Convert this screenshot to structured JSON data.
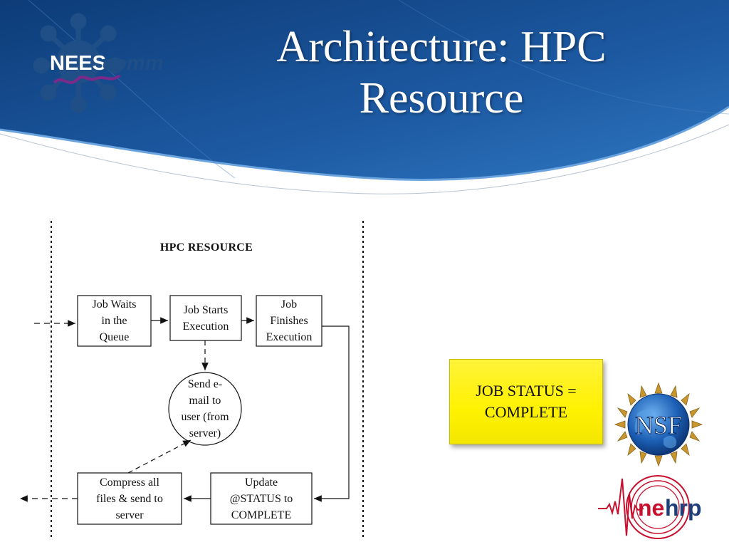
{
  "slide": {
    "title_line1": "Architecture: HPC",
    "title_line2": "Resource"
  },
  "logos": {
    "nees_part1": "NEES",
    "nees_part2": "comm",
    "nsf": "NSF",
    "nehrp_part1": "ne",
    "nehrp_part2": "hrp"
  },
  "diagram": {
    "title": "HPC RESOURCE",
    "box_queue": [
      "Job Waits",
      "in the",
      "Queue"
    ],
    "box_start": [
      "Job Starts",
      "Execution"
    ],
    "box_finish": [
      "Job",
      "Finishes",
      "Execution"
    ],
    "circle_email": [
      "Send e-",
      "mail to",
      "user (from",
      "server)"
    ],
    "box_compress": [
      "Compress all",
      "files & send to",
      "server"
    ],
    "box_update": [
      "Update",
      "@STATUS to",
      "COMPLETE"
    ]
  },
  "callout": {
    "line1": "JOB STATUS =",
    "line2": "COMPLETE"
  },
  "colors": {
    "banner_dark": "#0d3c78",
    "banner_light": "#2f78c2",
    "callout_yellow": "#fff200",
    "nees_blue": "#1f4f86",
    "nehrp_red": "#c8102e"
  }
}
